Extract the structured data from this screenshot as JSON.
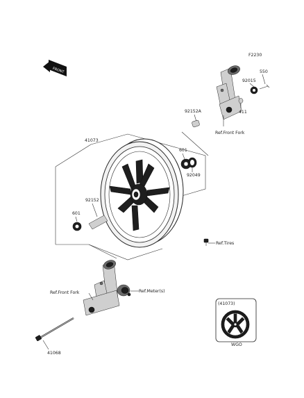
{
  "diagram_code": "F2230",
  "front_badge": "FRONT",
  "callouts": {
    "p41073": "41073",
    "p550": "550",
    "p92015": "92015",
    "p411": "411",
    "p92152A": "92152A",
    "ref_front_fork_top": "Ref.Front Fork",
    "p601_top": "601",
    "p92049": "92049",
    "p92152": "92152",
    "p601_left": "601",
    "ref_tires": "Ref.Tires",
    "ref_front_fork_bottom": "Ref.Front Fork",
    "ref_meter": "Ref.Meter(s)",
    "p41068": "41068"
  },
  "inset": {
    "title": "(41073)",
    "caption": "WGO"
  }
}
